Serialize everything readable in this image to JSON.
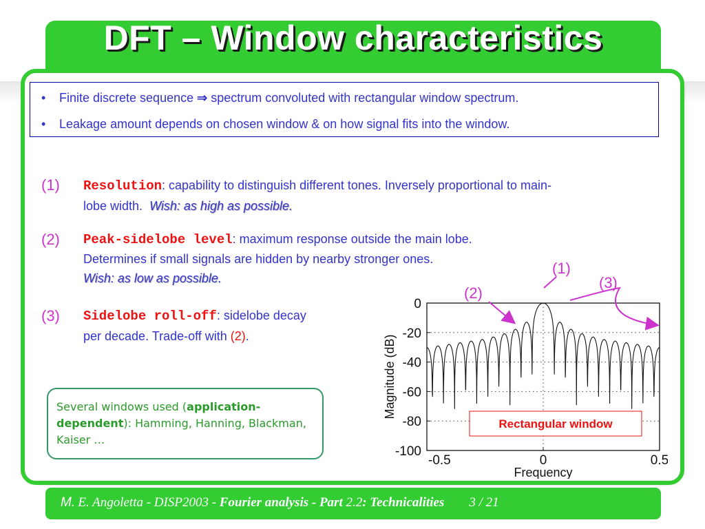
{
  "title": "DFT – Window characteristics",
  "bullets": [
    {
      "before": "Finite discrete sequence ",
      "arrow": "⇒",
      "after": " spectrum convoluted with rectangular window spectrum."
    },
    {
      "before": "Leakage amount depends on chosen window & on how signal fits into the window.",
      "arrow": "",
      "after": ""
    }
  ],
  "items": [
    {
      "number": "(1)",
      "term": "Resolution",
      "text_line1": ": capability to distinguish different tones. Inversely proportional to main-",
      "text_line2": "lobe width.",
      "wish": "Wish: as high as possible."
    },
    {
      "number": "(2)",
      "term": "Peak-sidelobe level",
      "text_line1": ": maximum response outside the main lobe.",
      "text_line2": "Determines if small signals are hidden by nearby stronger ones.",
      "wish": "Wish: as low as possible."
    },
    {
      "number": "(3)",
      "term": "Sidelobe roll-off",
      "text_line1": ": sidelobe decay",
      "text_line2": "per decade. Trade-off with ",
      "ref": "(2)",
      "end": "."
    }
  ],
  "windows_box": {
    "part1": "Several windows used (",
    "strong": "application-dependent",
    "part2": "): Hamming, Hanning, Blackman,  Kaiser …"
  },
  "chart_data": {
    "type": "line",
    "title": "",
    "xlabel": "Frequency",
    "ylabel": "Magnitude (dB)",
    "xlim": [
      -0.5,
      0.5
    ],
    "ylim": [
      -100,
      0
    ],
    "xticks": [
      "-0.5",
      "0",
      "0.5"
    ],
    "yticks": [
      "0",
      "-20",
      "-40",
      "-60",
      "-80",
      "-100"
    ],
    "grid": "dotted",
    "legend_box": "Rectangular window",
    "annotations": [
      "(1)",
      "(2)",
      "(3)"
    ],
    "mainlobe_halfwidth": 0.0476,
    "sidelobe_peaks_db": [
      -13,
      -17.8,
      -20.8,
      -23,
      -24.7
    ]
  },
  "footer": {
    "author_initial": "M",
    "author_rest": ". E. Angoletta  -  DISP2003  -   ",
    "title_bold": "Fourier analysis - Part ",
    "part_num": "2.2",
    "title_bold2": ":  Technicalities",
    "page": "3 / 21"
  },
  "colors": {
    "green": "#33cc33",
    "blue_text": "#3333cc",
    "red_term": "#ee1111",
    "magenta": "#cc33cc",
    "win_green": "#2a9a2a"
  }
}
